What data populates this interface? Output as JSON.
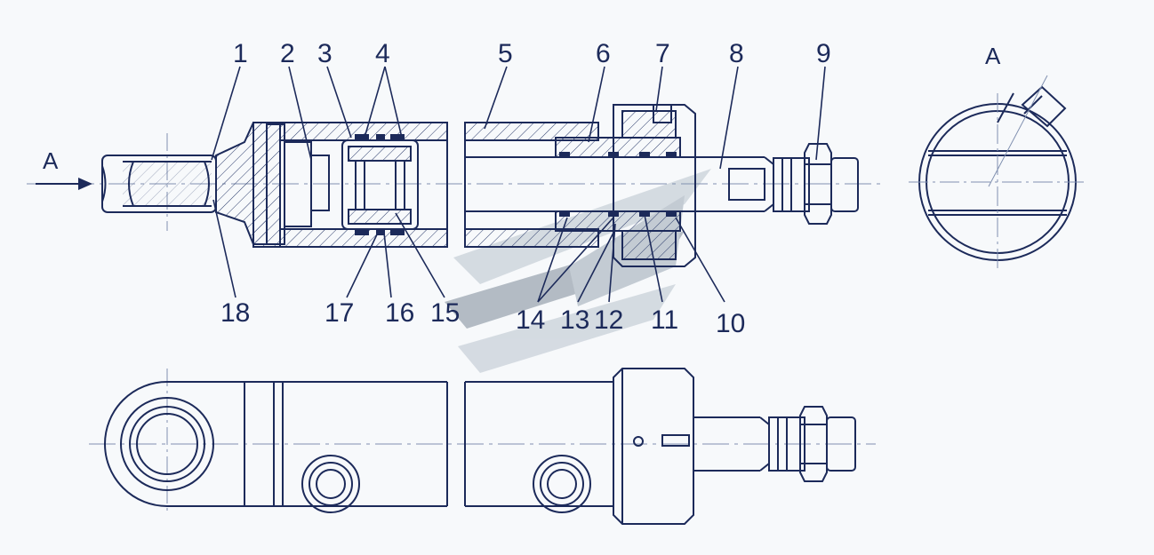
{
  "colors": {
    "background": "#f7f9fb",
    "line": "#1c2a5a",
    "hatch": "#2a3a6a",
    "watermark_dark": "#7d8a98",
    "watermark_light": "#b9c3cd",
    "center_line": "#8090b0"
  },
  "view_label": "A",
  "arrow_label": "A",
  "callouts": [
    "1",
    "2",
    "3",
    "4",
    "5",
    "6",
    "7",
    "8",
    "9",
    "10",
    "11",
    "12",
    "13",
    "14",
    "15",
    "16",
    "17",
    "18"
  ],
  "watermark": "logo"
}
